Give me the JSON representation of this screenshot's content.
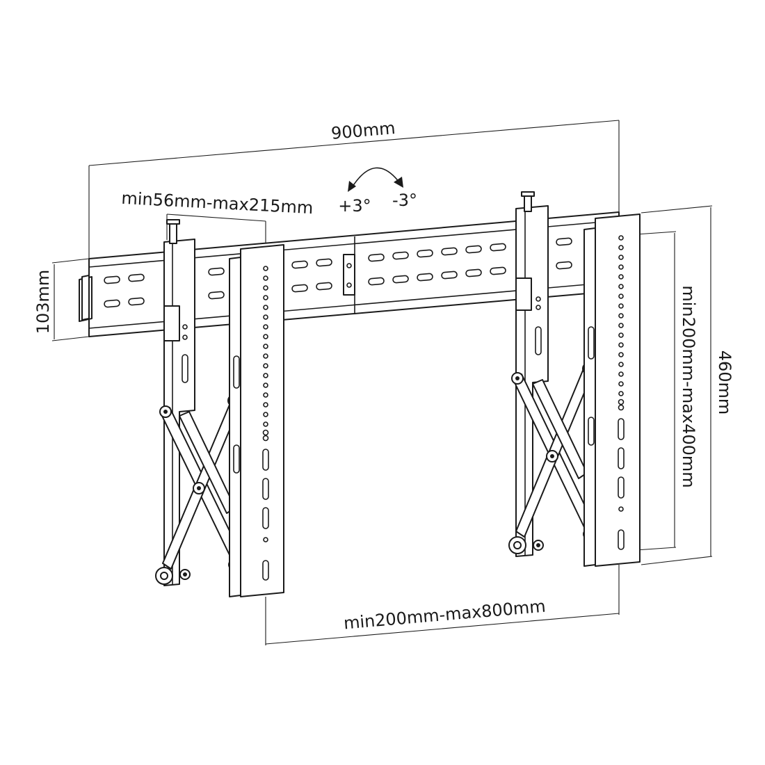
{
  "diagram": {
    "dimensions": {
      "rail_width": "900mm",
      "arm_spacing": "min56mm-max215mm",
      "rail_height": "103mm",
      "overall_height": "460mm",
      "vertical_pattern": "min200mm-max400mm",
      "horizontal_pattern": "min200mm-max800mm"
    },
    "tilt": {
      "plus": "+3°",
      "minus": "-3°"
    },
    "colors": {
      "line": "#1a1a1a",
      "background": "#ffffff"
    }
  }
}
